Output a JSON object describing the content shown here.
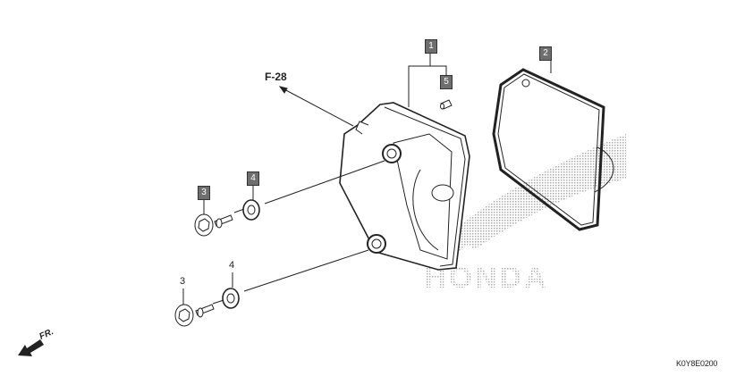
{
  "diagram": {
    "reference_label": "F-28",
    "front_label": "FR.",
    "diagram_code": "K0Y8E0200",
    "watermark": "HONDA",
    "callouts": [
      {
        "number": "1",
        "style": "boxed"
      },
      {
        "number": "2",
        "style": "boxed"
      },
      {
        "number": "3",
        "style": "boxed"
      },
      {
        "number": "4",
        "style": "boxed"
      },
      {
        "number": "5",
        "style": "boxed"
      },
      {
        "number": "3",
        "style": "plain"
      },
      {
        "number": "4",
        "style": "plain"
      }
    ]
  }
}
